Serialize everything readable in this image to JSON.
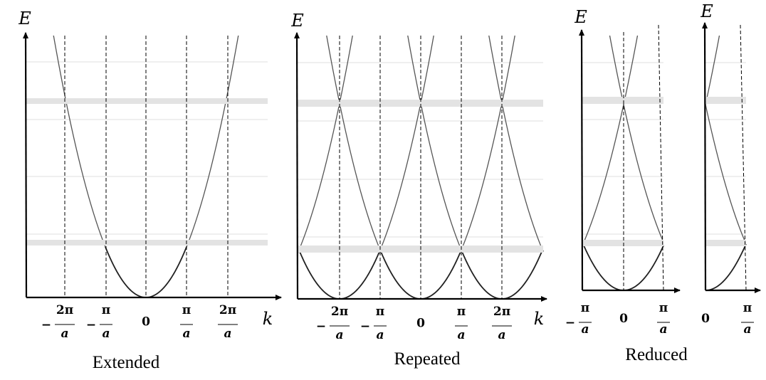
{
  "panels": [
    {
      "title": "Extended",
      "y_axis_label": "E",
      "x_axis_label": "k",
      "ticks": [
        {
          "sign": "−",
          "num": "2π",
          "den": "a"
        },
        {
          "sign": "−",
          "num": "π",
          "den": "a"
        },
        {
          "sign": "",
          "num": "0",
          "den": ""
        },
        {
          "sign": "",
          "num": "π",
          "den": "a"
        },
        {
          "sign": "",
          "num": "2π",
          "den": "a"
        }
      ]
    },
    {
      "title": "Repeated",
      "y_axis_label": "E",
      "x_axis_label": "k",
      "ticks": [
        {
          "sign": "−",
          "num": "2π",
          "den": "a"
        },
        {
          "sign": "−",
          "num": "π",
          "den": "a"
        },
        {
          "sign": "",
          "num": "0",
          "den": ""
        },
        {
          "sign": "",
          "num": "π",
          "den": "a"
        },
        {
          "sign": "",
          "num": "2π",
          "den": "a"
        }
      ]
    },
    {
      "title": "Reduced",
      "y_axis_label": "E",
      "x_axis_label": "",
      "ticks": [
        {
          "sign": "−",
          "num": "π",
          "den": "a"
        },
        {
          "sign": "",
          "num": "0",
          "den": ""
        },
        {
          "sign": "",
          "num": "π",
          "den": "a"
        }
      ]
    },
    {
      "title": "",
      "y_axis_label": "E",
      "x_axis_label": "",
      "ticks": [
        {
          "sign": "",
          "num": "0",
          "den": ""
        },
        {
          "sign": "",
          "num": "π",
          "den": "a"
        }
      ]
    }
  ],
  "colors": {
    "axis": "#000000",
    "curve": "#222222",
    "upper_curve": "#555555",
    "band_gap": "#e3e3e3",
    "grid": "#efefef"
  }
}
